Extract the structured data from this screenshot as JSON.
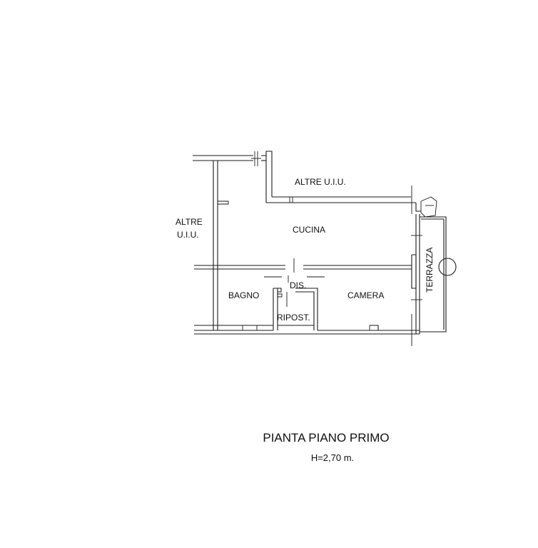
{
  "plan": {
    "title": "PIANTA PIANO PRIMO",
    "height_note": "H=2,70 m.",
    "rooms": {
      "altre_uiu_top": "ALTRE U.I.U.",
      "altre_uiu_left_1": "ALTRE",
      "altre_uiu_left_2": "U.I.U.",
      "cucina": "CUCINA",
      "dis": "DIS.",
      "bagno": "BAGNO",
      "camera": "CAMERA",
      "ripost": "RIPOST.",
      "terrazza": "TERRAZZA"
    }
  }
}
